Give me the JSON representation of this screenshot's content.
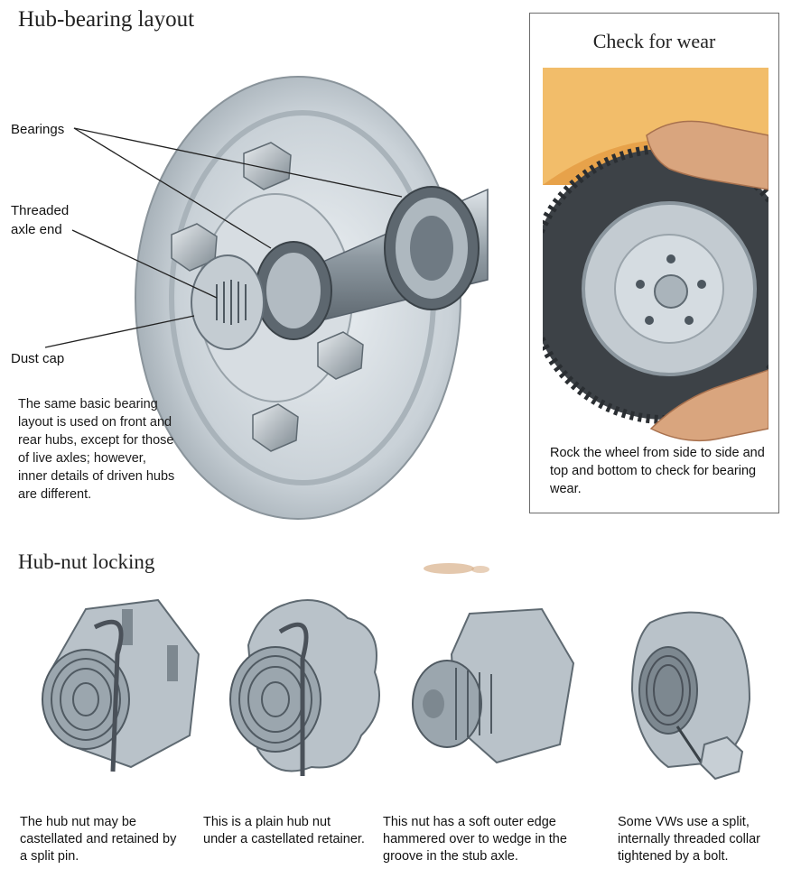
{
  "hub_section": {
    "title": "Hub-bearing layout",
    "labels": {
      "bearings": "Bearings",
      "threaded_axle_end": "Threaded axle end",
      "dust_cap": "Dust cap"
    },
    "caption": "The same basic bearing layout is used on front and rear hubs, except for those of live axles; however, inner details of driven hubs are different."
  },
  "wear_panel": {
    "title": "Check for wear",
    "caption": "Rock the wheel from side to side and top and bottom to check for bearing wear."
  },
  "nut_section": {
    "title": "Hub-nut locking",
    "items": [
      {
        "caption": "The hub nut may be castellated and retained by a split pin."
      },
      {
        "caption": "This is a plain hub nut under a castellated retainer."
      },
      {
        "caption": "This nut has a soft outer edge hammered over to wedge in the groove in the stub axle."
      },
      {
        "caption": "Some VWs use a split, internally threaded collar tightened by a bolt."
      }
    ]
  },
  "colors": {
    "metal": "#b9c2c9",
    "metal_dark": "#6f7a83",
    "tyre": "#3d4247",
    "body_paint": "#e7a24a",
    "skin": "#d9a57e"
  }
}
